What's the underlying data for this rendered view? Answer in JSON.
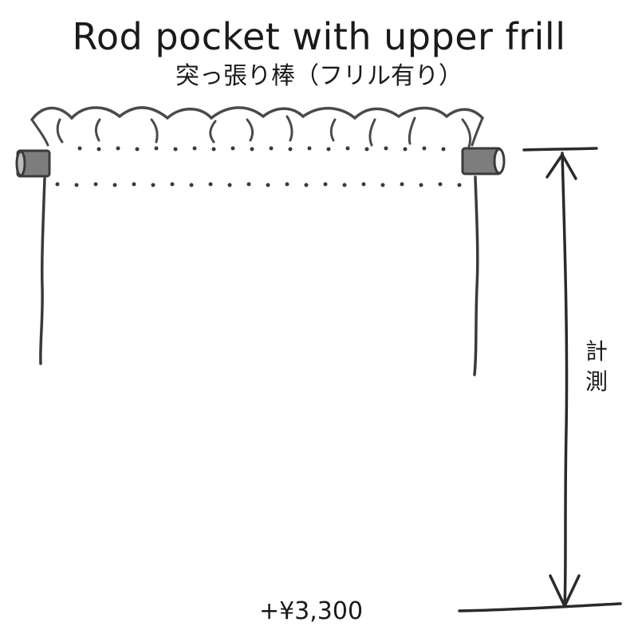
{
  "header": {
    "title": "Rod pocket with upper frill",
    "subtitle": "突っ張り棒（フリル有り）"
  },
  "measurement": {
    "char1": "計",
    "char2": "測"
  },
  "price": {
    "label": "+¥3,300"
  },
  "icons": {
    "curtain": "curtain-rod-pocket-illustration",
    "arrow": "vertical-double-arrow"
  },
  "colors": {
    "ink": "#3a3a3a",
    "rod_fill": "#7d7d7d"
  }
}
